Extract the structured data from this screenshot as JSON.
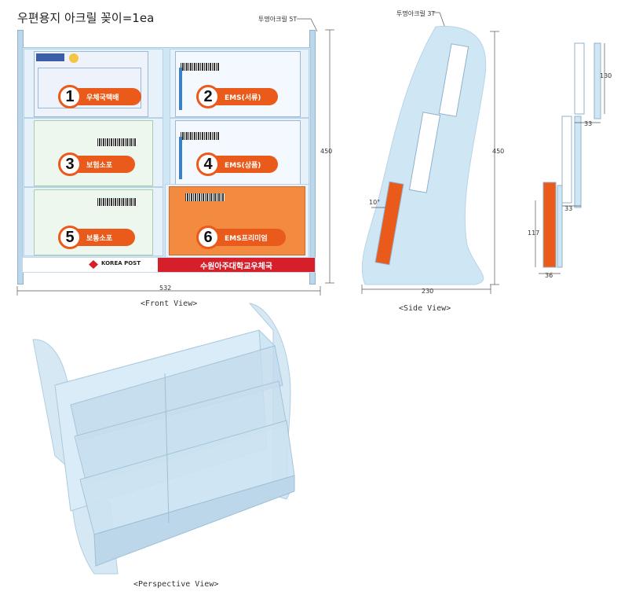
{
  "title": "우편용지 아크릴 꽂이=1ea",
  "front": {
    "material_label": "투명아크릴 5T",
    "width_dim": "532",
    "height_dim": "450",
    "view_label": "<Front View>",
    "items": [
      {
        "num": "1",
        "label": "우체국택배"
      },
      {
        "num": "2",
        "label": "EMS(서류)"
      },
      {
        "num": "3",
        "label": "보험소포"
      },
      {
        "num": "4",
        "label": "EMS(상품)"
      },
      {
        "num": "5",
        "label": "보통소포"
      },
      {
        "num": "6",
        "label": "EMS프리미엄"
      }
    ],
    "footer_logo": "KOREA POST",
    "footer_text": "수원아주대학교우체국"
  },
  "side": {
    "material_label": "투명아크릴 3T",
    "height_dim": "450",
    "width_dim": "230",
    "angle_dim": "10°",
    "view_label": "<Side View>"
  },
  "detail": {
    "dim_130": "130",
    "dim_33a": "33",
    "dim_33b": "33",
    "dim_117": "117",
    "dim_36": "36"
  },
  "perspective": {
    "view_label": "<Perspective View>"
  },
  "colors": {
    "acrylic": "#cfe6f5",
    "orange": "#ea5a1a",
    "red": "#d51f2b"
  }
}
